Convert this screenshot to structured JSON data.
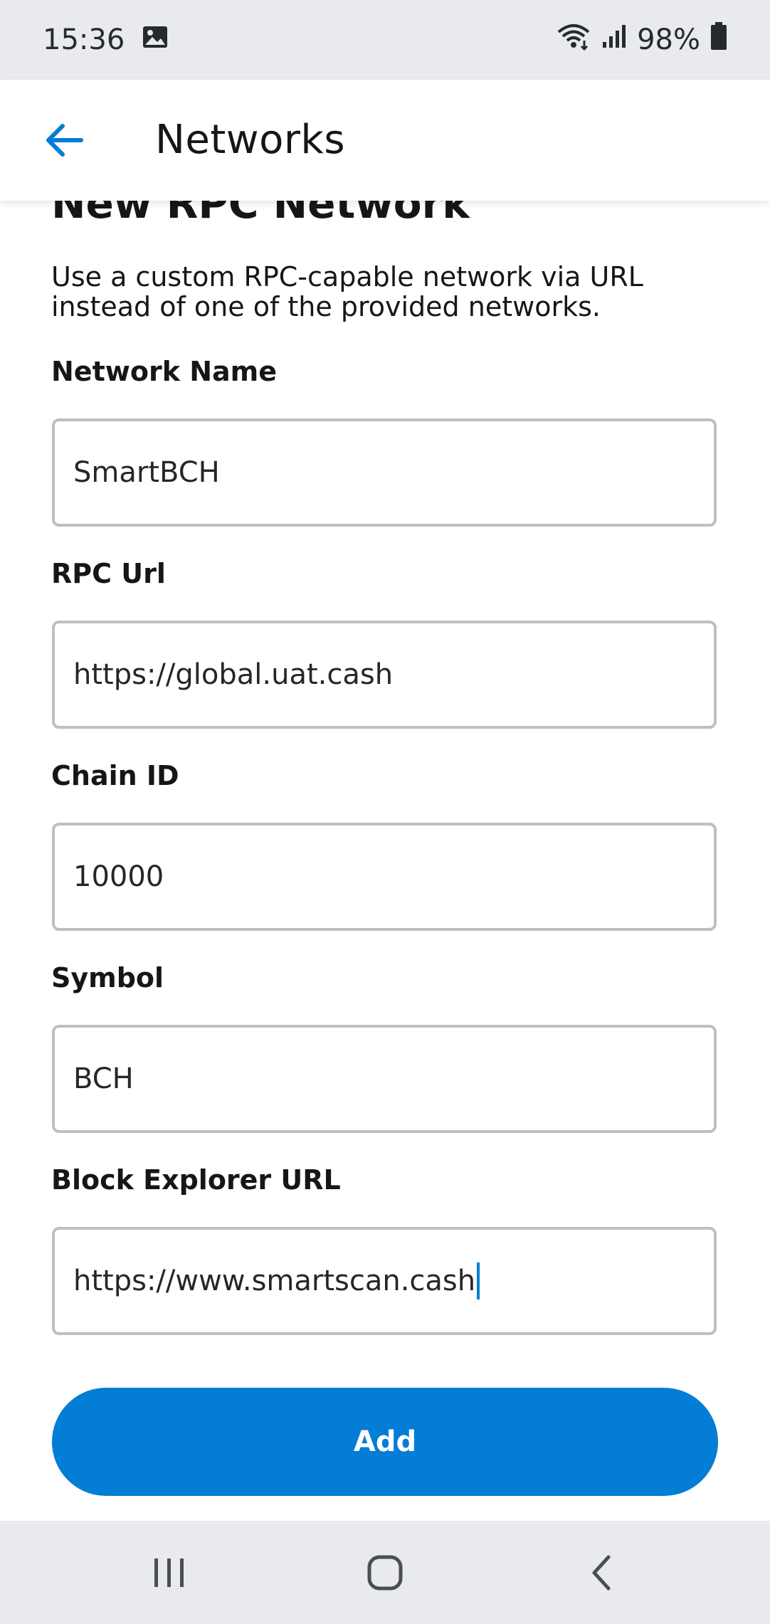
{
  "status_bar": {
    "time": "15:36",
    "battery": "98%"
  },
  "header": {
    "title": "Networks"
  },
  "section": {
    "title": "New RPC Network",
    "description": "Use a custom RPC-capable network via URL instead of one of the provided networks."
  },
  "fields": [
    {
      "label": "Network Name",
      "value": "SmartBCH"
    },
    {
      "label": "RPC Url",
      "value": "https://global.uat.cash"
    },
    {
      "label": "Chain ID",
      "value": "10000"
    },
    {
      "label": "Symbol",
      "value": "BCH"
    },
    {
      "label": "Block Explorer URL",
      "value": "https://www.smartscan.cash"
    }
  ],
  "add_button": {
    "label": "Add"
  },
  "colors": {
    "accent": "#037dd6",
    "input_border": "#bbc0c5",
    "system_bar": "#e9eaee"
  },
  "icons": {
    "status_left": "gallery-icon",
    "status_right": [
      "wifi-icon",
      "signal-icon",
      "battery-icon"
    ],
    "back": "back-arrow-icon",
    "nav": [
      "recent-apps-icon",
      "home-icon",
      "back-icon"
    ]
  }
}
